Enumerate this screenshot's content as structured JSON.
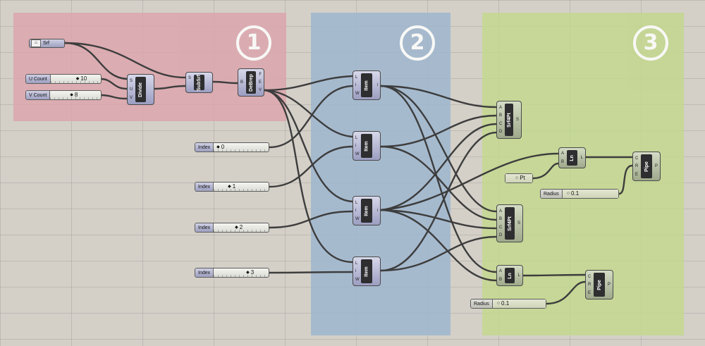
{
  "groups": [
    {
      "number": "1",
      "color": "#dca6ad"
    },
    {
      "number": "2",
      "color": "#9eb6cf"
    },
    {
      "number": "3",
      "color": "#c3d88e"
    }
  ],
  "srf_param": {
    "label": "Srf",
    "icon": "surface-icon"
  },
  "sliders": {
    "u_count": {
      "label": "U Count",
      "value": "10"
    },
    "v_count": {
      "label": "V Count",
      "value": "8"
    },
    "index0": {
      "label": "Index",
      "value": "0"
    },
    "index1": {
      "label": "Index",
      "value": "1"
    },
    "index2": {
      "label": "Index",
      "value": "2"
    },
    "index3": {
      "label": "Index",
      "value": "3"
    },
    "pt_param": {
      "label": "Pt",
      "value": ""
    },
    "radius_top": {
      "label": "Radius",
      "value": "0.1"
    },
    "radius_bottom": {
      "label": "Radius",
      "value": "0.1"
    }
  },
  "components": {
    "divide": {
      "name": "Divide",
      "inputs": [
        "S",
        "U",
        "V"
      ],
      "outputs": [
        "",
        "",
        ""
      ]
    },
    "subsrf": {
      "name": "SubSrf",
      "inputs": [
        "S",
        ""
      ],
      "outputs": [
        ""
      ]
    },
    "debrep": {
      "name": "DeBrep",
      "inputs": [
        "B"
      ],
      "outputs": [
        "F",
        "E",
        "V"
      ]
    },
    "item1": {
      "name": "Item",
      "inputs": [
        "L",
        "i",
        "W"
      ],
      "outputs": [
        "i"
      ]
    },
    "item2": {
      "name": "Item",
      "inputs": [
        "L",
        "i",
        "W"
      ],
      "outputs": [
        ""
      ]
    },
    "item3": {
      "name": "Item",
      "inputs": [
        "L",
        "i",
        "W"
      ],
      "outputs": [
        "i"
      ]
    },
    "item4": {
      "name": "Item",
      "inputs": [
        "L",
        "i",
        "W"
      ],
      "outputs": [
        ""
      ]
    },
    "srf4pt_top": {
      "name": "Srf4Pt",
      "inputs": [
        "A",
        "B",
        "C",
        "D"
      ],
      "outputs": [
        "S"
      ]
    },
    "srf4pt_mid": {
      "name": "Srf4Pt",
      "inputs": [
        "A",
        "B",
        "C",
        "D"
      ],
      "outputs": [
        "S"
      ]
    },
    "ln_top": {
      "name": "Ln",
      "inputs": [
        "A",
        "B"
      ],
      "outputs": [
        "L"
      ]
    },
    "ln_bottom": {
      "name": "Ln",
      "inputs": [
        "A",
        "B"
      ],
      "outputs": [
        "L"
      ]
    },
    "pipe_top": {
      "name": "Pipe",
      "inputs": [
        "C",
        "R",
        "E"
      ],
      "outputs": [
        "P"
      ]
    },
    "pipe_bottom": {
      "name": "Pipe",
      "inputs": [
        "C",
        "R",
        "E"
      ],
      "outputs": [
        "P"
      ]
    }
  }
}
